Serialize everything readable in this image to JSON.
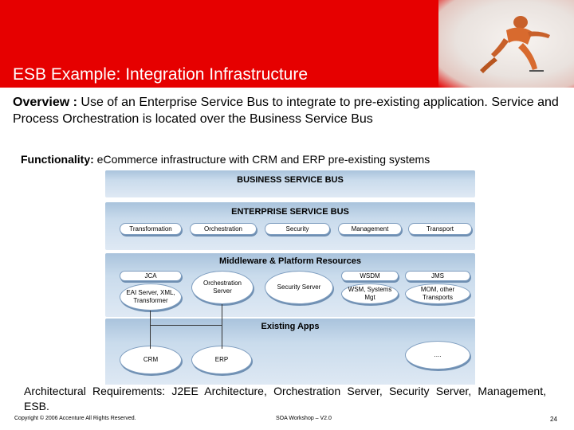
{
  "header": {
    "title": "ESB Example:  Integration Infrastructure",
    "banner_color": "#e60000"
  },
  "overview": {
    "label": "Overview :",
    "text": " Use of an Enterprise Service Bus to integrate to pre-existing application. Service and Process Orchestration is located over the Business Service Bus"
  },
  "functionality": {
    "label": "Functionality:",
    "text": " eCommerce infrastructure with CRM and ERP pre-existing systems"
  },
  "diagram": {
    "business_bus": "BUSINESS SERVICE BUS",
    "esb": {
      "title": "ENTERPRISE SERVICE BUS",
      "items": [
        "Transformation",
        "Orchestration",
        "Security",
        "Management",
        "Transport"
      ]
    },
    "middleware": {
      "title": "Middleware & Platform Resources",
      "jca": "JCA",
      "eai": "EAI Server, XML, Transformer",
      "orchestration_server": "Orchestration Server",
      "security_server": "Security Server",
      "wsdm": "WSDM",
      "wsm": "WSM, Systems Mgt",
      "jms": "JMS",
      "mom": "MOM, other Transports"
    },
    "existing": {
      "title": "Existing Apps",
      "crm": "CRM",
      "erp": "ERP",
      "other": "...."
    }
  },
  "architecture": {
    "label": "Architectural Requirements",
    "text": ":  J2EE  Architecture,  Orchestration  Server,  Security  Server, Management, ESB."
  },
  "footer": {
    "copyright": "Copyright © 2006 Accenture All Rights Reserved.",
    "workshop": "SOA Workshop – V2.0",
    "page": "24"
  }
}
